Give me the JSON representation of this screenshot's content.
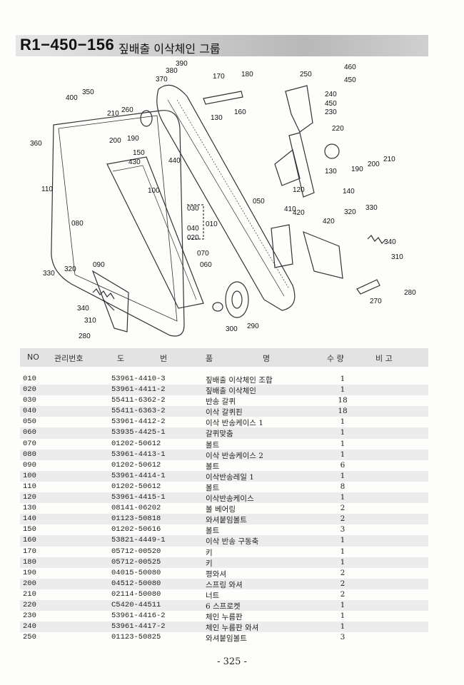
{
  "header": {
    "code": "R1−450−156",
    "title": "짚배출 이삭체인 그룹"
  },
  "diagram": {
    "callouts": [
      "390",
      "380",
      "370",
      "170",
      "180",
      "460",
      "250",
      "450",
      "350",
      "400",
      "240",
      "450",
      "230",
      "260",
      "210",
      "130",
      "160",
      "360",
      "200",
      "190",
      "220",
      "150",
      "430",
      "440",
      "210",
      "200",
      "190",
      "130",
      "120",
      "140",
      "110",
      "100",
      "050",
      "410",
      "420",
      "330",
      "320",
      "030",
      "010",
      "040",
      "020",
      "420",
      "080",
      "340",
      "070",
      "310",
      "060",
      "090",
      "330",
      "320",
      "280",
      "270",
      "340",
      "300",
      "290",
      "310",
      "280"
    ]
  },
  "table": {
    "headers": {
      "no": "NO",
      "mgmt": "관리번호",
      "drawing_1": "도",
      "drawing_2": "번",
      "name_1": "품",
      "name_2": "명",
      "qty": "수 량",
      "remark": "비 고"
    },
    "rows": [
      {
        "no": "010",
        "part": "53961-4410-3",
        "name": "짚배출 이삭체인 조합",
        "qty": "1"
      },
      {
        "no": "020",
        "part": "53961-4411-2",
        "name": "짚배출 이삭체인",
        "qty": "1"
      },
      {
        "no": "030",
        "part": "55411-6362-2",
        "name": "반송 갈퀴",
        "qty": "18"
      },
      {
        "no": "040",
        "part": "55411-6363-2",
        "name": "이삭 갈퀴핀",
        "qty": "18"
      },
      {
        "no": "050",
        "part": "53961-4412-2",
        "name": "이삭 반송케이스 1",
        "qty": "1"
      },
      {
        "no": "060",
        "part": "53935-4425-1",
        "name": "갈퀴맞춤",
        "qty": "1"
      },
      {
        "no": "070",
        "part": "01202-50612",
        "name": "볼트",
        "qty": "1"
      },
      {
        "no": "080",
        "part": "53961-4413-1",
        "name": "이삭 반송케이스 2",
        "qty": "1"
      },
      {
        "no": "090",
        "part": "01202-50612",
        "name": "볼트",
        "qty": "6"
      },
      {
        "no": "100",
        "part": "53961-4414-1",
        "name": "이삭반송레일 1",
        "qty": "1"
      },
      {
        "no": "110",
        "part": "01202-50612",
        "name": "볼트",
        "qty": "8"
      },
      {
        "no": "120",
        "part": "53961-4415-1",
        "name": "이삭반송케이스",
        "qty": "1"
      },
      {
        "no": "130",
        "part": "08141-06202",
        "name": "볼 베어링",
        "qty": "2"
      },
      {
        "no": "140",
        "part": "01123-50818",
        "name": "와셔붙임볼트",
        "qty": "2"
      },
      {
        "no": "150",
        "part": "01202-50616",
        "name": "볼트",
        "qty": "3"
      },
      {
        "no": "160",
        "part": "53821-4449-1",
        "name": "이삭 반송 구동축",
        "qty": "1"
      },
      {
        "no": "170",
        "part": "05712-00520",
        "name": "키",
        "qty": "1"
      },
      {
        "no": "180",
        "part": "05712-00525",
        "name": "키",
        "qty": "1"
      },
      {
        "no": "190",
        "part": "04015-50080",
        "name": "평와셔",
        "qty": "2"
      },
      {
        "no": "200",
        "part": "04512-50080",
        "name": "스프링 와셔",
        "qty": "2"
      },
      {
        "no": "210",
        "part": "02114-50080",
        "name": "너트",
        "qty": "2"
      },
      {
        "no": "220",
        "part": "C5420-44511",
        "name": "6 스프로켓",
        "qty": "1"
      },
      {
        "no": "230",
        "part": "53961-4416-2",
        "name": "체인 누름판",
        "qty": "1"
      },
      {
        "no": "240",
        "part": "53961-4417-2",
        "name": "체인 누름판 와셔",
        "qty": "1"
      },
      {
        "no": "250",
        "part": "01123-50825",
        "name": "와셔붙임볼트",
        "qty": "3"
      }
    ]
  },
  "footer": {
    "page": "- 325 -"
  }
}
